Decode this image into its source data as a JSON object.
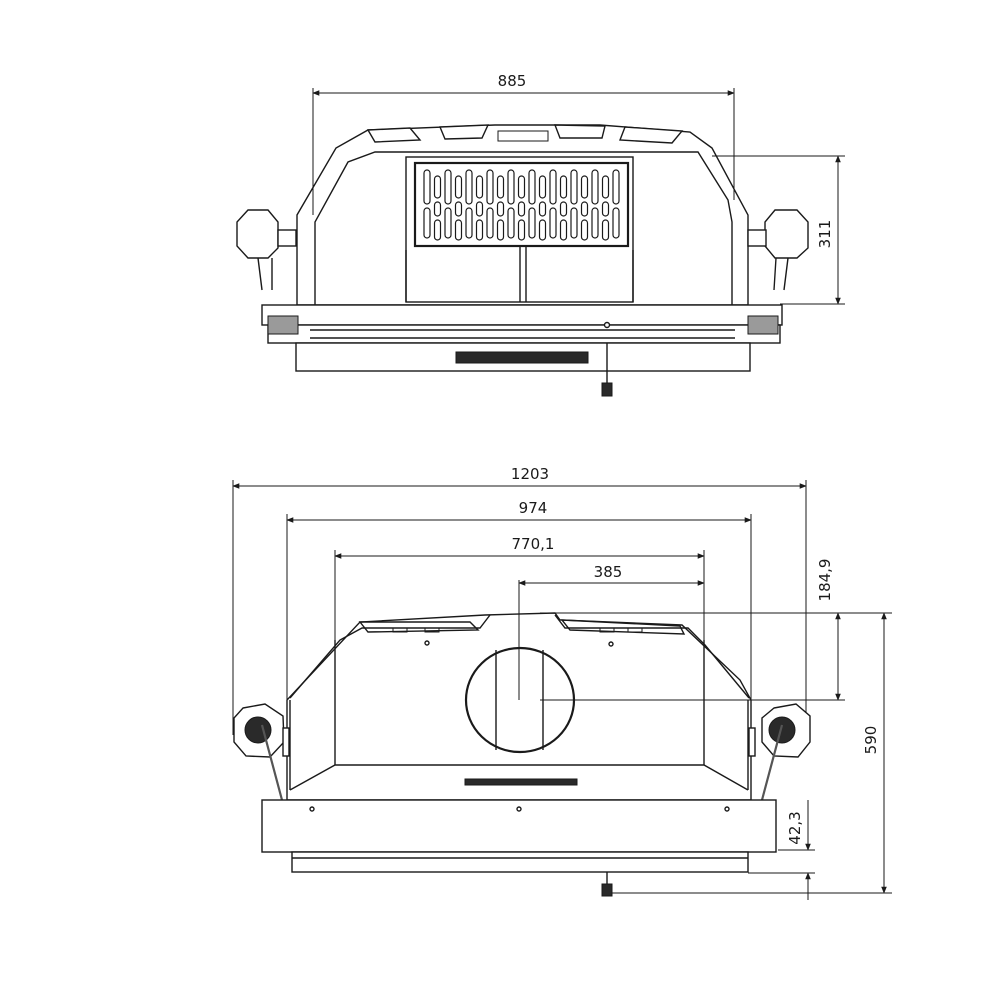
{
  "top_view": {
    "width_label": "885",
    "height_label": "311"
  },
  "front_view": {
    "width_overall_label": "1203",
    "width_body_label": "974",
    "width_glass_label": "770,1",
    "flue_offset_label": "385",
    "flue_height_label": "184,9",
    "total_height_label": "590",
    "base_height_label": "42,3"
  },
  "colors": {
    "line": "#1a1a1a",
    "fill_grey": "#9a9a9a",
    "background": "#ffffff"
  }
}
